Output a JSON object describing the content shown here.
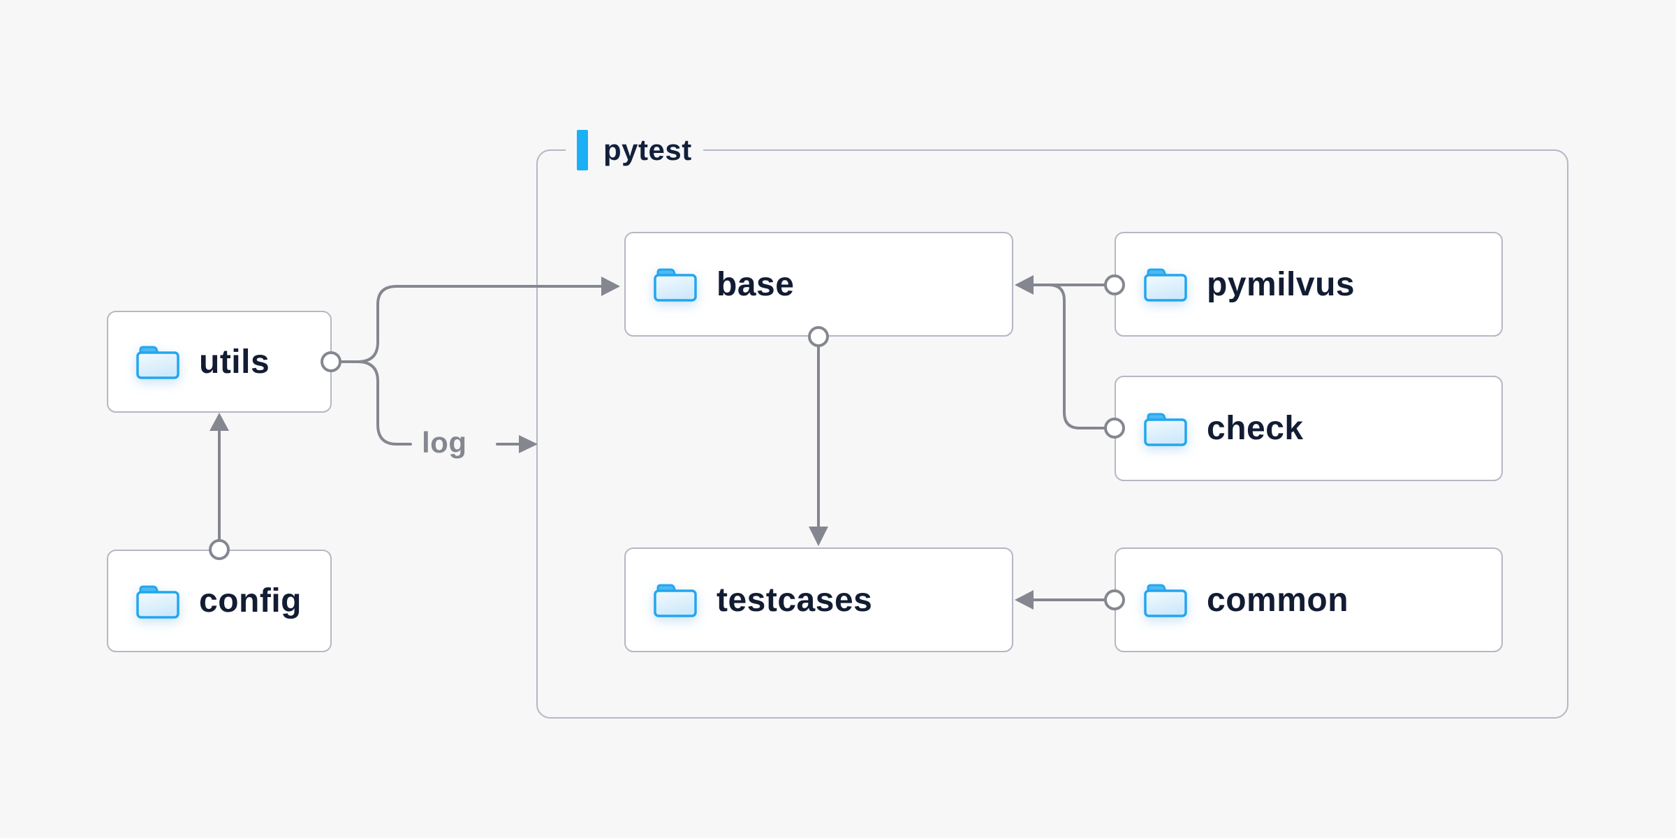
{
  "diagram": {
    "title_group": {
      "label": "pytest"
    },
    "edge_label": "log",
    "nodes": [
      {
        "id": "utils",
        "label": "utils",
        "icon": "folder-icon"
      },
      {
        "id": "config",
        "label": "config",
        "icon": "folder-icon"
      },
      {
        "id": "base",
        "label": "base",
        "icon": "folder-icon"
      },
      {
        "id": "pymilvus",
        "label": "pymilvus",
        "icon": "folder-icon"
      },
      {
        "id": "check",
        "label": "check",
        "icon": "folder-icon"
      },
      {
        "id": "testcases",
        "label": "testcases",
        "icon": "folder-icon"
      },
      {
        "id": "common",
        "label": "common",
        "icon": "folder-icon"
      }
    ],
    "edges": [
      {
        "from": "config",
        "to": "utils"
      },
      {
        "from": "utils",
        "to": "base"
      },
      {
        "from": "utils",
        "to": "log"
      },
      {
        "from": "pymilvus",
        "to": "base"
      },
      {
        "from": "check",
        "to": "base"
      },
      {
        "from": "base",
        "to": "testcases"
      },
      {
        "from": "common",
        "to": "testcases"
      }
    ],
    "colors": {
      "background": "#f7f7f8",
      "node_fill": "#ffffff",
      "box_border": "#b5b7c3",
      "connector": "#84878f",
      "text": "#121c33",
      "accent_blue": "#1bb0f5",
      "folder_blue": "#23a6ef"
    }
  }
}
